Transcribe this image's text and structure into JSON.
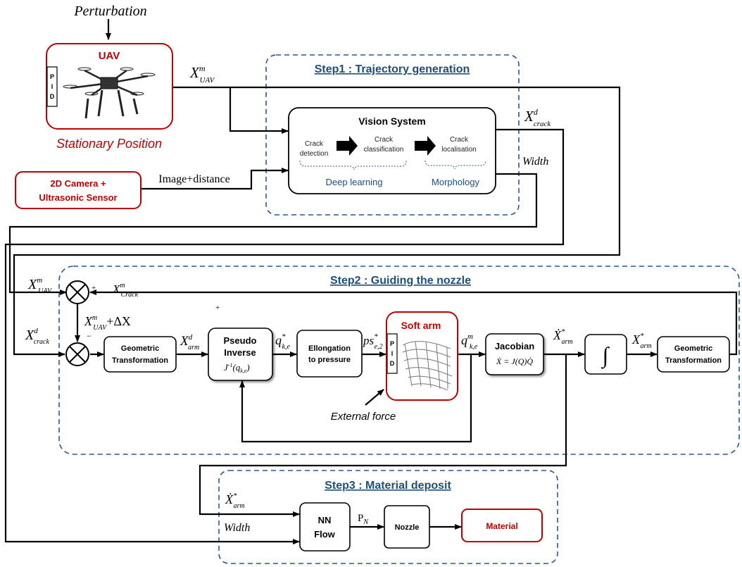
{
  "uav": {
    "title": "UAV",
    "pid": "PID",
    "subtitle": "Stationary Position",
    "perturbation": "Perturbation",
    "output_sym": "X",
    "output_sup": "m",
    "output_sub": "UAV"
  },
  "camera": {
    "line1": "2D Camera +",
    "line2": "Ultrasonic Sensor",
    "edge_label": "Image+distance"
  },
  "step1": {
    "title": "Step1 : Trajectory generation",
    "vision_title": "Vision System",
    "crack_detection": [
      "Crack",
      "detection"
    ],
    "crack_classification": [
      "Crack",
      "classification"
    ],
    "crack_localisation": [
      "Crack",
      "localisation"
    ],
    "deep_learning": "Deep learning",
    "morphology": "Morphology",
    "out_crack_sym": "X",
    "out_crack_sup": "d",
    "out_crack_sub": "crack",
    "out_width": "Width"
  },
  "step2": {
    "title": "Step2 : Guiding the nozzle",
    "in_uav": {
      "sym": "X",
      "sup": "m",
      "sub": "UAV"
    },
    "fb_crack": {
      "sym": "X",
      "sup": "m",
      "sub": "Crack"
    },
    "in_crack": {
      "sym": "X",
      "sup": "d",
      "sub": "crack"
    },
    "sum_expr": {
      "sym": "X",
      "sup": "m",
      "sub": "UAV",
      "tail": "+ΔX"
    },
    "plus": "+",
    "minus": "−",
    "geo_left": [
      "Geometric",
      "Transformation"
    ],
    "x_arm_d": {
      "sym": "X",
      "sup": "d",
      "sub": "arm"
    },
    "pseudo": {
      "line1": "Pseudo",
      "line2": "Inverse",
      "formula": "J",
      "formula_sup": "-1",
      "formula_tail": "(q",
      "formula_sub": "k,e",
      "formula_end": ")"
    },
    "q_star": {
      "sym": "q",
      "sup": "*",
      "sub": "k,e"
    },
    "elong": [
      "Ellongation",
      "to pressure"
    ],
    "ps": {
      "sym": "ps",
      "sup": "*",
      "sub": "e,2"
    },
    "soft_arm": "Soft arm",
    "pid": "PID",
    "external_force": "External force",
    "q_m": {
      "sym": "q",
      "sup": "m",
      "sub": "k,e"
    },
    "jacobian": {
      "title": "Jacobian",
      "formula": "Ẋ = J(Q)Q̇"
    },
    "xdot_arm": {
      "sym": "Ẋ",
      "sup": "*",
      "sub": "arm"
    },
    "integral": "∫",
    "x_arm_star": {
      "sym": "X",
      "sup": "*",
      "sub": "arm"
    },
    "geo_right": [
      "Geometric",
      "Transformation"
    ]
  },
  "step3": {
    "title": "Step3 : Material deposit",
    "xdot": {
      "sym": "Ẋ",
      "sup": "*",
      "sub": "arm"
    },
    "width": "Width",
    "nn": [
      "NN",
      "Flow"
    ],
    "pn": {
      "sym": "P",
      "sub": "N"
    },
    "nozzle": "Nozzle",
    "material": "Material"
  },
  "colors": {
    "red": "#c00000",
    "blue": "#1f4e79",
    "dash": "#2e5597",
    "black": "#000000"
  }
}
